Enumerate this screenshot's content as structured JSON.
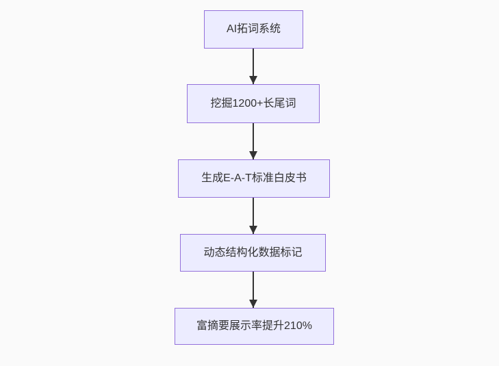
{
  "colors": {
    "background": "#fafafa",
    "node_fill": "#ececff",
    "node_border": "#9370db",
    "node_text": "#333333",
    "arrow": "#333333"
  },
  "flowchart": {
    "type": "flowchart-top-down",
    "nodes": [
      {
        "label": "AI拓词系统"
      },
      {
        "label": "挖掘1200+长尾词"
      },
      {
        "label": "生成E-A-T标准白皮书"
      },
      {
        "label": "动态结构化数据标记"
      },
      {
        "label": "富摘要展示率提升210%"
      }
    ],
    "edges": [
      {
        "from": 0,
        "to": 1
      },
      {
        "from": 1,
        "to": 2
      },
      {
        "from": 2,
        "to": 3
      },
      {
        "from": 3,
        "to": 4
      }
    ]
  }
}
